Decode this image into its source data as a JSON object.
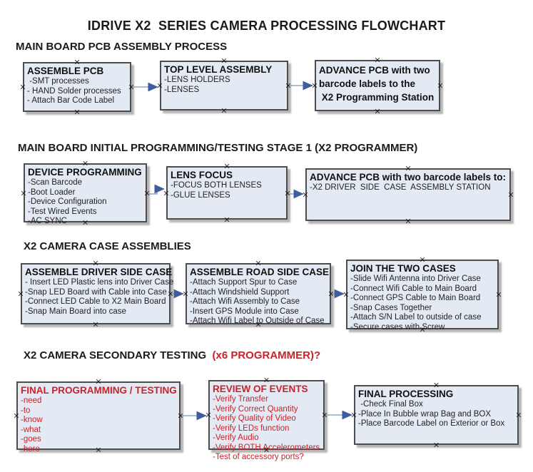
{
  "title": "IDRIVE X2  SERIES CAMERA PROCESSING FLOWCHART",
  "colors": {
    "box_fill": "#e4eaf4",
    "box_border": "#4d4d4d",
    "red_text": "#cc2128",
    "arrow_line": "#8ea6ca",
    "arrow_head": "#3f5d9c"
  },
  "handle_glyph": "×",
  "sections": [
    {
      "heading": "MAIN BOARD PCB ASSEMBLY PROCESS",
      "boxes": [
        {
          "title_lines": [
            "ASSEMBLE PCB"
          ],
          "items": [
            " -SMT processes",
            "- HAND Solder processes",
            "- Attach Bar Code Label"
          ]
        },
        {
          "title_lines": [
            "TOP LEVEL ASSEMBLY"
          ],
          "items": [
            "-LENS HOLDERS",
            "-LENSES"
          ]
        },
        {
          "title_lines": [
            "ADVANCE PCB with two",
            "barcode labels to the",
            " X2 Programming Station"
          ],
          "items": []
        }
      ]
    },
    {
      "heading": "MAIN BOARD INITIAL PROGRAMMING/TESTING STAGE 1 (X2 PROGRAMMER)",
      "boxes": [
        {
          "title_lines": [
            "DEVICE PROGRAMMING"
          ],
          "items": [
            "-Scan Barcode",
            "-Boot Loader",
            "-Device Configuration",
            "-Test Wired Events",
            "-AC SYNC"
          ]
        },
        {
          "title_lines": [
            "LENS FOCUS"
          ],
          "items": [
            "-FOCUS BOTH LENSES",
            "-GLUE LENSES"
          ]
        },
        {
          "title_lines": [
            "ADVANCE PCB with two barcode labels to:"
          ],
          "items": [
            "-X2 DRIVER  SIDE  CASE  ASSEMBLY STATION"
          ]
        }
      ]
    },
    {
      "heading": "X2 CAMERA CASE ASSEMBLIES",
      "boxes": [
        {
          "title_lines": [
            "ASSEMBLE DRIVER SIDE CASE"
          ],
          "items": [
            "- Insert LED Plastic lens into Driver Case",
            "-Snap LED Board with Cable into Case",
            "-Connect LED Cable to X2 Main Board",
            "-Snap Main Board into case"
          ]
        },
        {
          "title_lines": [
            "ASSEMBLE ROAD SIDE CASE"
          ],
          "items": [
            "-Attach Support Spur to Case",
            "-Attach Windshield Support",
            "-Attach Wifi Assembly to Case",
            "-Insert GPS Module into Case",
            "-Attach Wifi Label to Outside of Case"
          ]
        },
        {
          "title_lines": [
            "JOIN THE TWO CASES"
          ],
          "items": [
            "-Slide Wifi Antenna into Driver Case",
            "-Connect Wifi Cable to Main Board",
            "-Connect GPS Cable to Main Board",
            "-Snap Cases Together",
            "-Attach S/N Label to outside of case",
            "-Secure cases with Screw"
          ]
        }
      ]
    },
    {
      "heading": "X2 CAMERA SECONDARY TESTING  ",
      "heading_red": "(x6 PROGRAMMER)?",
      "boxes": [
        {
          "red": true,
          "title_lines": [
            "FINAL PROGRAMMING / TESTING"
          ],
          "items": [
            "-need",
            "-to",
            "-know",
            "-what",
            "-goes",
            "-here"
          ]
        },
        {
          "red": true,
          "title_lines": [
            "REVIEW OF EVENTS"
          ],
          "items": [
            "-Verify Transfer",
            "-Verify Correct Quantity",
            "-Verify Quality of Video",
            "-Verify LEDs function",
            "-Verify Audio",
            "-Verify BOTH Accelerometers",
            "-Test of accessory ports?"
          ]
        },
        {
          "title_lines": [
            "FINAL PROCESSING"
          ],
          "items": [
            " -Check Final Box",
            "-Place In Bubble wrap Bag and BOX",
            "-Place Barcode Label on Exterior or Box"
          ]
        }
      ]
    }
  ]
}
